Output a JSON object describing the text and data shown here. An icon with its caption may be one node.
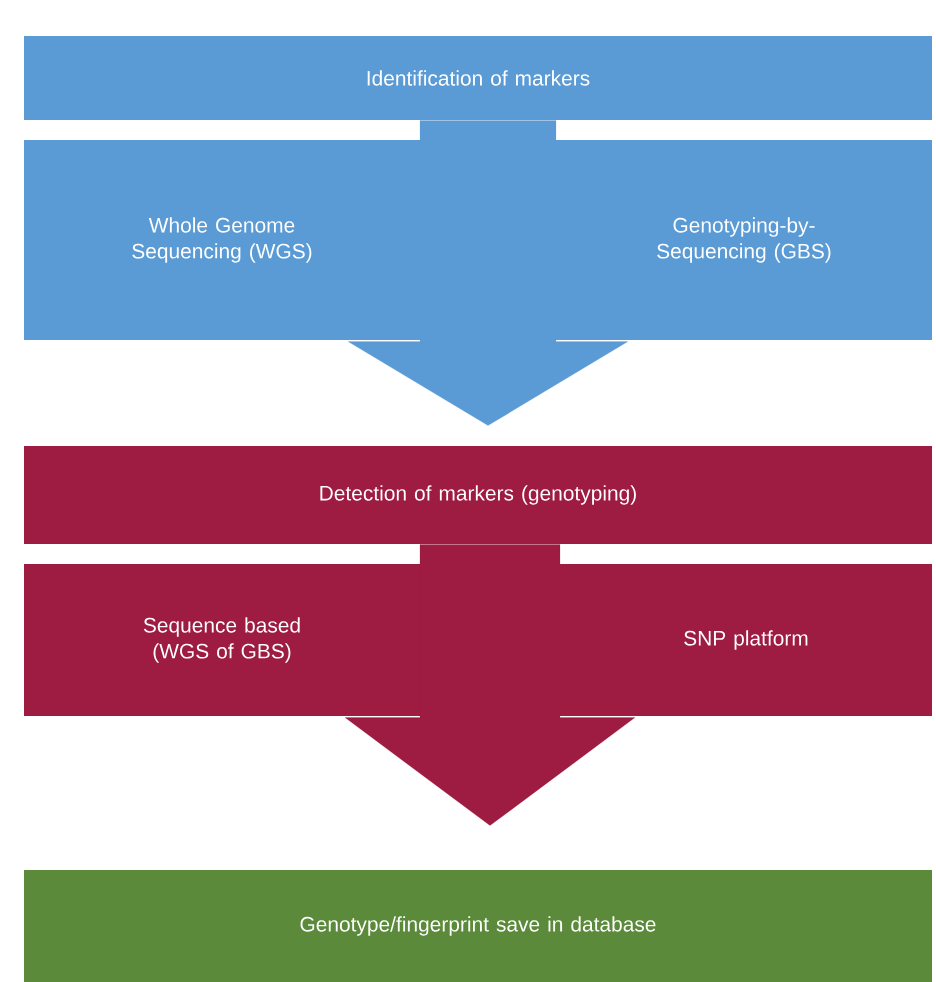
{
  "diagram": {
    "nodes": [
      {
        "text": [
          "Identification of markers"
        ]
      },
      {
        "text": [
          "Whole Genome Sequencing (WGS)"
        ]
      },
      {
        "text": [
          "Genotyping-by-Sequencing (GBS)"
        ]
      },
      {
        "text": [
          "Detection of markers (genotyping)"
        ]
      },
      {
        "text": [
          "Sequence based (WGS of GBS)"
        ]
      },
      {
        "text": [
          "SNP platform"
        ]
      },
      {
        "text": [
          "Genotype/fingerprint save in database"
        ]
      }
    ],
    "edges": [
      {
        "from": 0,
        "to": 3,
        "arrow": "to",
        "color": "#5b9bd5"
      },
      {
        "from": 3,
        "to": 6,
        "arrow": "to",
        "color": "#9e1b42"
      }
    ]
  }
}
